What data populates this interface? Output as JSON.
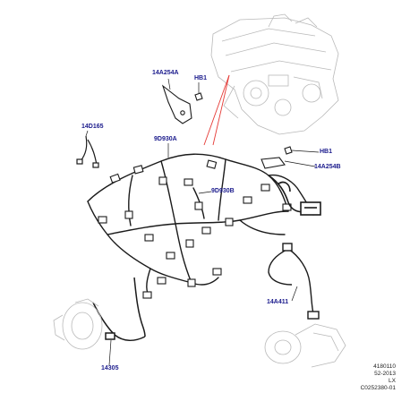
{
  "callouts": {
    "bracket_upper": "14A254A",
    "hb1_upper": "HB1",
    "harness_left": "14D165",
    "harness_main": "9D930A",
    "hb1_right": "HB1",
    "bracket_right": "14A254B",
    "harness_sub": "9D930B",
    "ground_lead": "14A411",
    "battery_cable": "14305"
  },
  "reference": {
    "line1": "4180110",
    "line2": "52-2013",
    "line3": "LX",
    "line4": "C0252380-01"
  },
  "colors": {
    "callout_text": "#1a1a8c",
    "leader_red": "#e53935",
    "line_art": "#1b1b1b",
    "ghost_art": "#b9b9b9"
  }
}
